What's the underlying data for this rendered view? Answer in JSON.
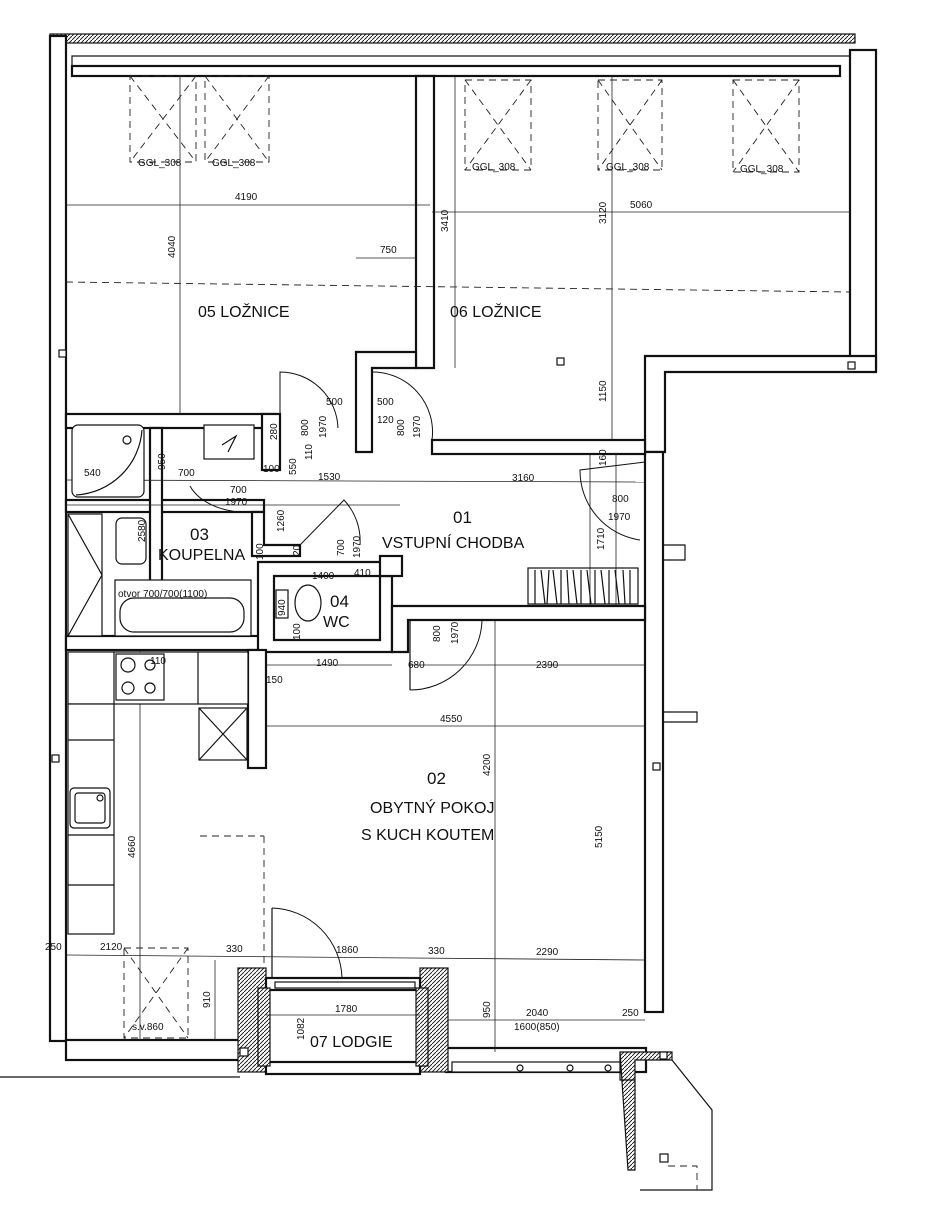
{
  "rooms": {
    "r05": {
      "label": "05 LOŽNICE"
    },
    "r06": {
      "label": "06 LOŽNICE"
    },
    "r01": {
      "num": "01",
      "label": "VSTUPNÍ CHODBA"
    },
    "r03": {
      "num": "03",
      "label": "KOUPELNA"
    },
    "r04": {
      "num": "04",
      "label": "WC"
    },
    "r02": {
      "num": "02",
      "line1": "OBYTNÝ POKOJ",
      "line2": "S KUCH KOUTEM"
    },
    "r07": {
      "label": "07 LODGIE"
    }
  },
  "windows": {
    "label": "GGL_308"
  },
  "annotations": {
    "opening": "otvor 700/700(1100)",
    "sill": "s.v.860"
  },
  "dimensions": {
    "d4190": "4190",
    "d4040": "4040",
    "d750": "750",
    "d3410": "3410",
    "d3120": "3120",
    "d5060": "5060",
    "d1150": "1150",
    "d500a": "500",
    "d500b": "500",
    "d280": "280",
    "d800a": "800",
    "d1970a": "1970",
    "d120": "120",
    "d800b": "800",
    "d1970b": "1970",
    "d110": "110",
    "d550": "550",
    "d1530": "1530",
    "d3160": "3160",
    "d540": "540",
    "d950a": "950",
    "d700a": "700",
    "d700b": "700",
    "d1970c": "1970",
    "d100a": "100",
    "d2580": "2580",
    "d1260": "1260",
    "d700c": "700",
    "d1970d": "1970",
    "d20": "20",
    "d1400": "1400",
    "d410": "410",
    "d1710": "1710",
    "d800c": "800",
    "d1970e": "1970",
    "d160": "160",
    "d940": "940",
    "d100b": "100",
    "d800d": "800",
    "d1970f": "1970",
    "d1490": "1490",
    "d680": "680",
    "d2390": "2390",
    "d150": "150",
    "d4550": "4550",
    "d4200": "4200",
    "d5150": "5150",
    "d4660": "4660",
    "d250a": "250",
    "d2120": "2120",
    "d330a": "330",
    "d1860": "1860",
    "d330b": "330",
    "d2290": "2290",
    "d910": "910",
    "d1780": "1780",
    "d1082": "1082",
    "d950b": "950",
    "d2040": "2040",
    "d250b": "250",
    "d1600": "1600(850)",
    "d110b": "110",
    "d100c": "100"
  }
}
